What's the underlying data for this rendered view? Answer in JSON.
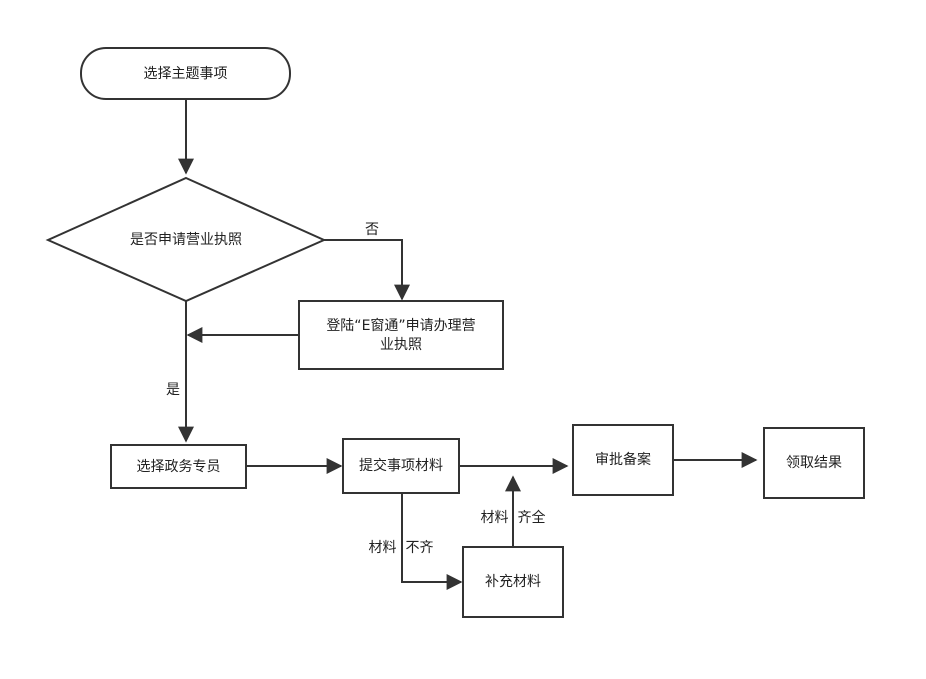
{
  "nodes": {
    "select_topic": "选择主题事项",
    "decision": "是否申请营业执照",
    "login_line1": "登陆“E窗通”申请办理营",
    "login_line2": "业执照",
    "select_official": "选择政务专员",
    "submit": "提交事项材料",
    "review": "审批备案",
    "result": "领取结果",
    "supplement": "补充材料"
  },
  "edge_labels": {
    "no": "否",
    "yes": "是",
    "incomplete": "材料  不齐",
    "complete": "材料  齐全"
  },
  "colors": {
    "stroke": "#333333",
    "text": "#222222",
    "background": "#ffffff"
  }
}
